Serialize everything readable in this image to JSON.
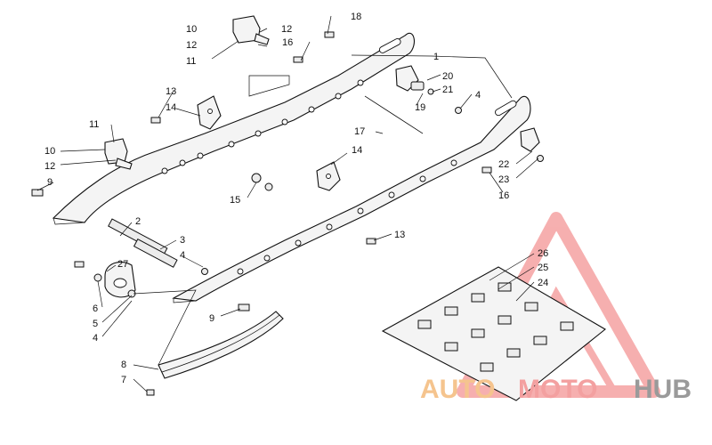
{
  "labels": [
    "1",
    "2",
    "3",
    "4",
    "5",
    "6",
    "7",
    "8",
    "9",
    "10",
    "11",
    "12",
    "13",
    "14",
    "15",
    "16",
    "17",
    "18",
    "19",
    "20",
    "21",
    "22",
    "23",
    "24",
    "25",
    "26",
    "27"
  ],
  "watermark": {
    "part1": "AUTO",
    "part2": "MOTO",
    "part3": "HUB",
    "color_auto": "#f5c48e",
    "color_moto": "#f3a0a0",
    "color_hub": "#9a9a9a",
    "triangle_color": "#ef6f6f"
  }
}
